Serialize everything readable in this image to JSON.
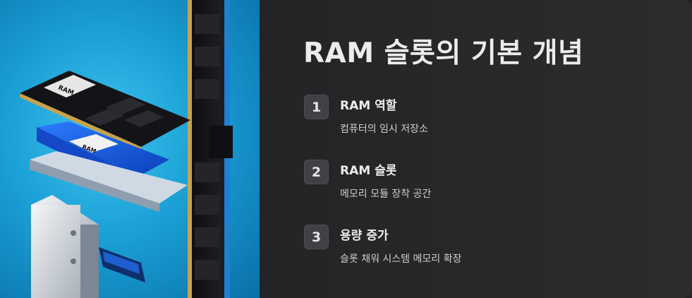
{
  "hero": {
    "module_label": "RAM",
    "module_label_2": "RAM",
    "icon": "ram-modules-illustration"
  },
  "title": "RAM 슬롯의 기본 개념",
  "items": [
    {
      "number": "1",
      "title": "RAM 역할",
      "description": "컴퓨터의 임시 저장소"
    },
    {
      "number": "2",
      "title": "RAM 슬롯",
      "description": "메모리 모듈 장착 공간"
    },
    {
      "number": "3",
      "title": "용량 증가",
      "description": "슬롯 채워 시스템 메모리 확장"
    }
  ],
  "colors": {
    "background": "#2a2a2c",
    "hero_blue": "#1a9fd6",
    "badge": "#414145",
    "text": "#ececec"
  }
}
